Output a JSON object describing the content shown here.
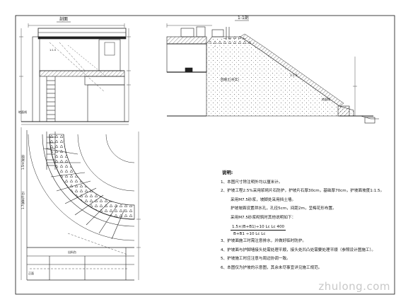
{
  "views": {
    "elevation_title": "剖面",
    "section_title": "1-1剖",
    "slope_label": "1:1.5",
    "fill_label": "回填土(夯实)",
    "left_dims": [
      "1:1.5",
      "1:1.5"
    ],
    "ground_labels": [
      "地面线",
      "地面线"
    ],
    "plan_labels": [
      "1.7(卸料平台)",
      "1.5m(坡道)",
      "出料台",
      "正面"
    ]
  },
  "notes": {
    "title": "说明:",
    "items": [
      "1、本图尺寸除注明外均以厘米计。",
      "2、护坡工程2.5%采用浆砌片石防护，护坡片石厚30cm，基础厚70cm，护坡面坡度1:1.5。",
      "   采用M7.5砂浆，坡脚处采用挡土墙。",
      "   护坡坡面设置泄水孔，孔径5cm，间距2m，呈梅花形布置。",
      "   采用M7.5砂浆砌筑时其他说明如下："
    ],
    "formula_num": "1.5×(B+B1)÷10 Lc Lc  400",
    "formula_den": "B+B1 ÷10 Lc Lc",
    "items2": [
      "3、护坡面施工时需注意排水，并做好临时防护。",
      "4、护坡面与护脚墙接头处需处理平顺，接头处凹凸处需要处理平顺（参照设计图施工）。",
      "5、护坡施工时应注意与周边协调一致。",
      "6、本图仅为护坡的示意图，其余未尽事宜详见施工规范。"
    ]
  },
  "watermark": "zhulong.com"
}
